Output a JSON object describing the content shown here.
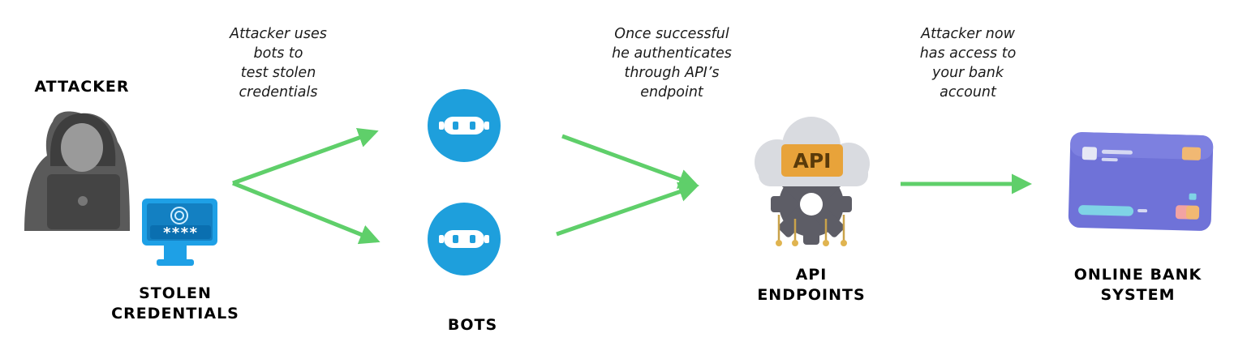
{
  "nodes": {
    "attacker": {
      "label": "ATTACKER"
    },
    "credentials": {
      "label": "STOLEN\nCREDENTIALS",
      "screen_text": "****"
    },
    "bots": {
      "label": "BOTS"
    },
    "api": {
      "label": "API\nENDPOINTS",
      "badge": "API"
    },
    "bank": {
      "label": "ONLINE BANK\nSYSTEM"
    }
  },
  "annotations": {
    "bots_step": "Attacker uses\nbots to\ntest stolen\ncredentials",
    "api_step": "Once successful\nhe authenticates\nthrough API’s\nendpoint",
    "bank_step": "Attacker now\nhas access to\nyour bank\naccount"
  },
  "colors": {
    "arrow": "#5fcf6a",
    "bot": "#1e9fdc",
    "api_badge": "#e8a33a",
    "card": "#6f72d8",
    "hoodie": "#555555"
  },
  "icons": {
    "attacker": "hooded-hacker-icon",
    "credentials": "fingerprint-monitor-icon",
    "bot": "robot-face-icon",
    "api": "api-cloud-gear-icon",
    "bank": "credit-card-icon"
  }
}
